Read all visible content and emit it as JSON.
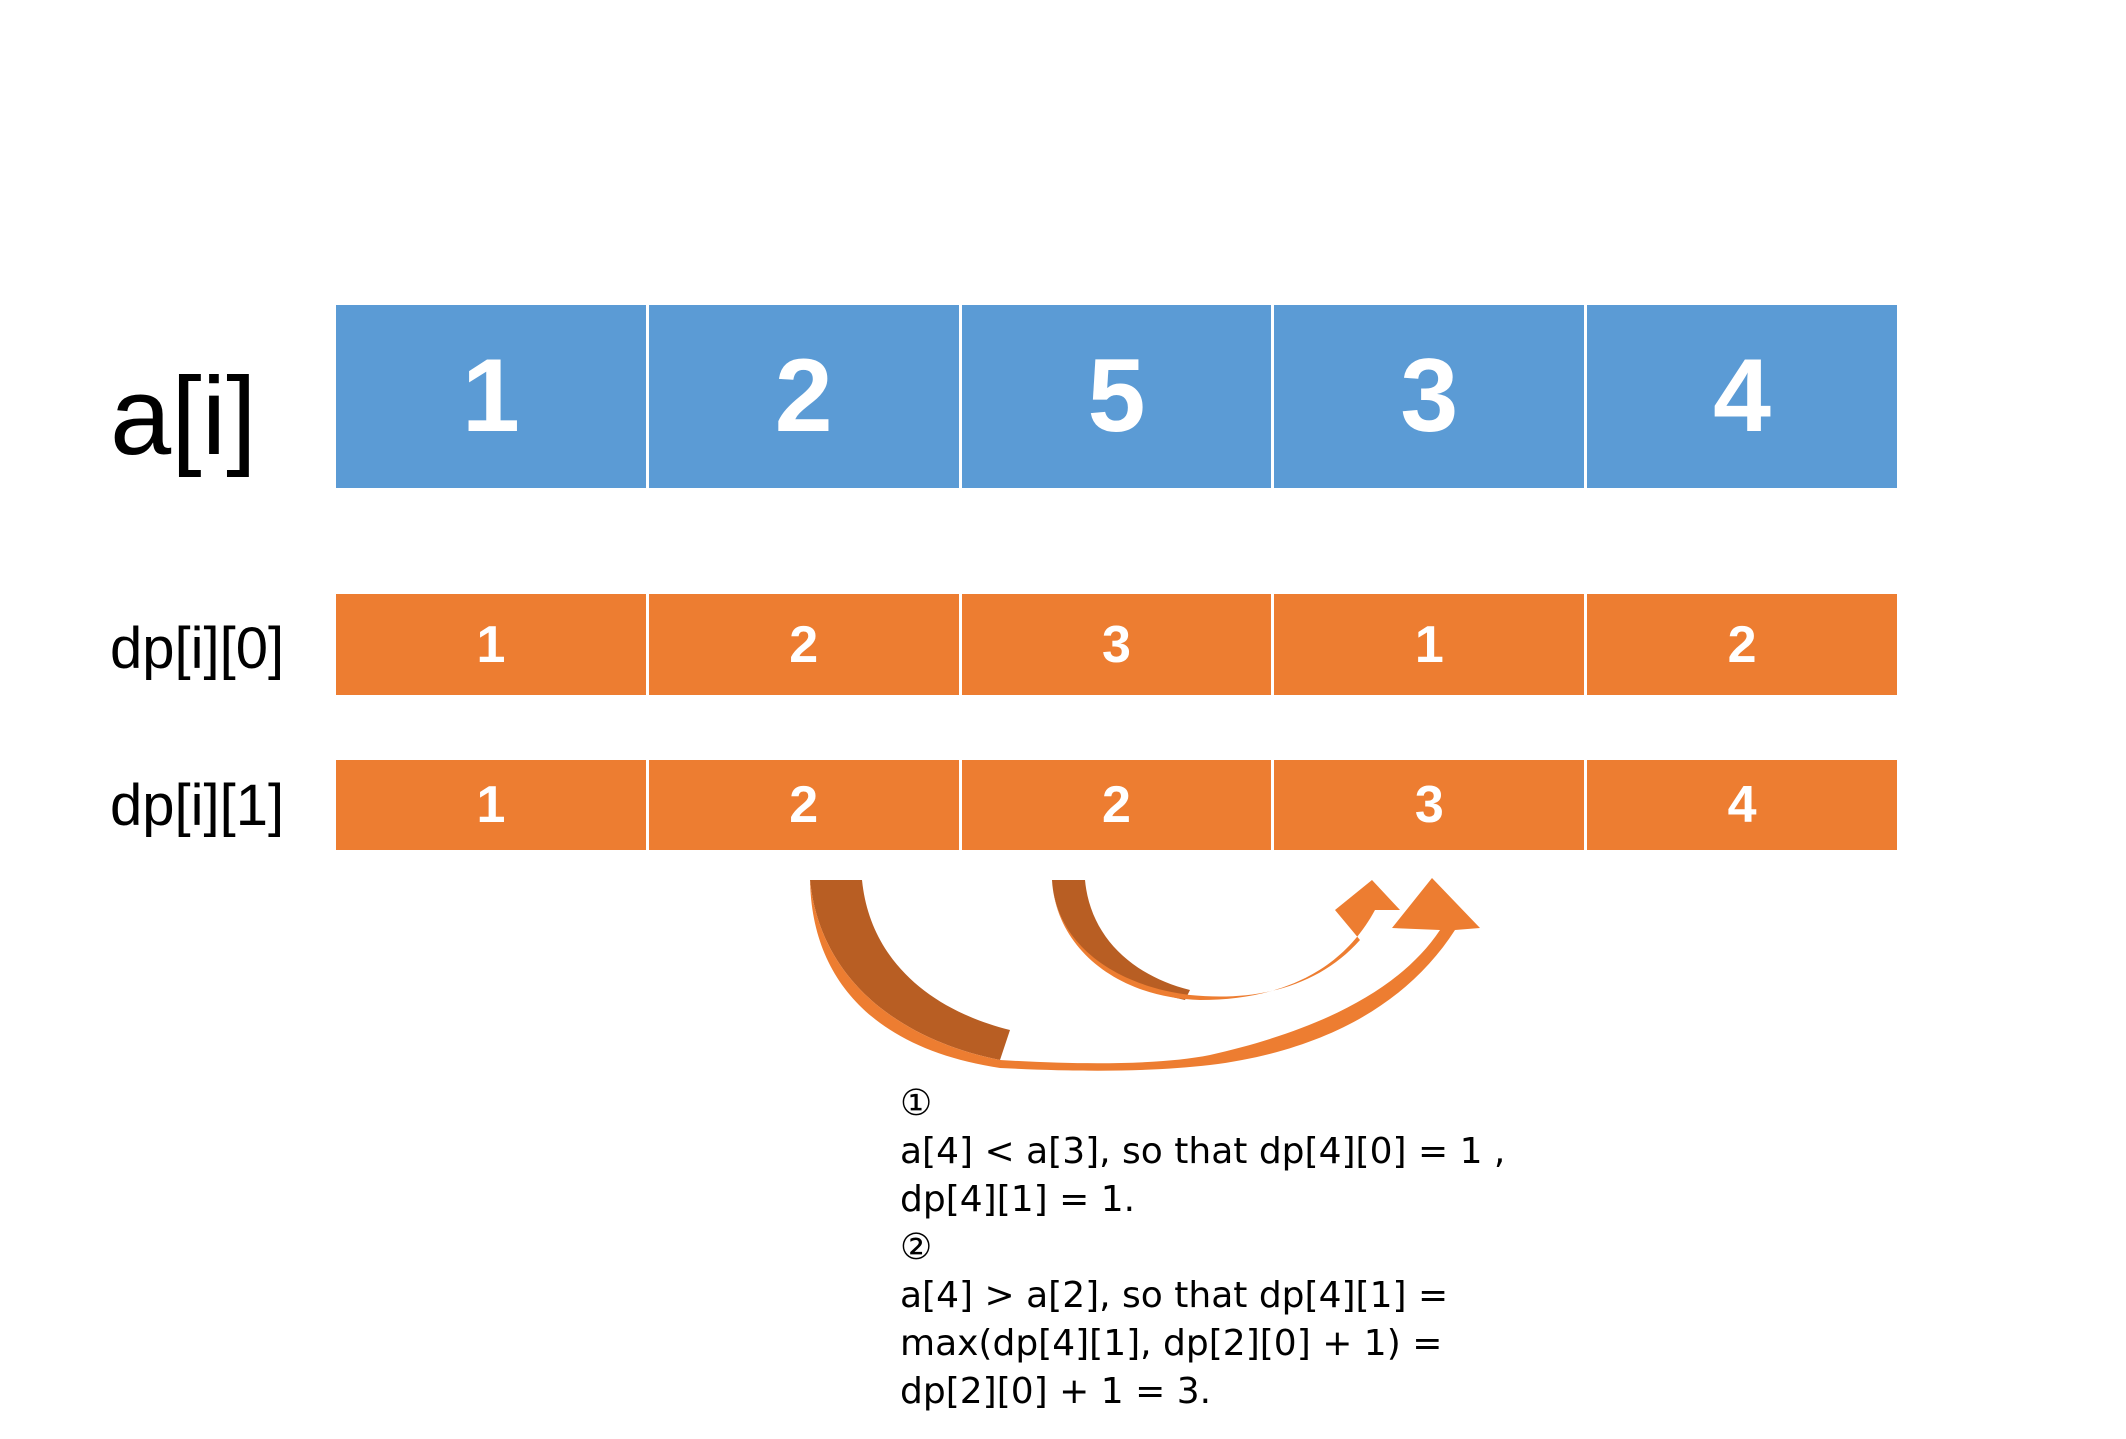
{
  "rows": [
    {
      "label": "a[i]",
      "values": [
        "1",
        "2",
        "5",
        "3",
        "4"
      ]
    },
    {
      "label": "dp[i][0]",
      "values": [
        "1",
        "2",
        "3",
        "1",
        "2"
      ]
    },
    {
      "label": "dp[i][1]",
      "values": [
        "1",
        "2",
        "2",
        "3",
        "4"
      ]
    }
  ],
  "colors": {
    "a_row": "#5B9BD5",
    "dp_rows": "#ED7D31",
    "arrow_light": "#ED7D31",
    "arrow_dark": "#B85E23"
  },
  "explanation": {
    "step1_marker": "①",
    "step1_line1": "a[4] < a[3], so that dp[4][0] = 1 ,",
    "step1_line2": "dp[4][1] = 1.",
    "step2_marker": "②",
    "step2_line1": "a[4] > a[2], so that dp[4][1] =",
    "step2_line2": "max(dp[4][1], dp[2][0] + 1) =",
    "step2_line3": "dp[2][0] + 1 = 3."
  }
}
